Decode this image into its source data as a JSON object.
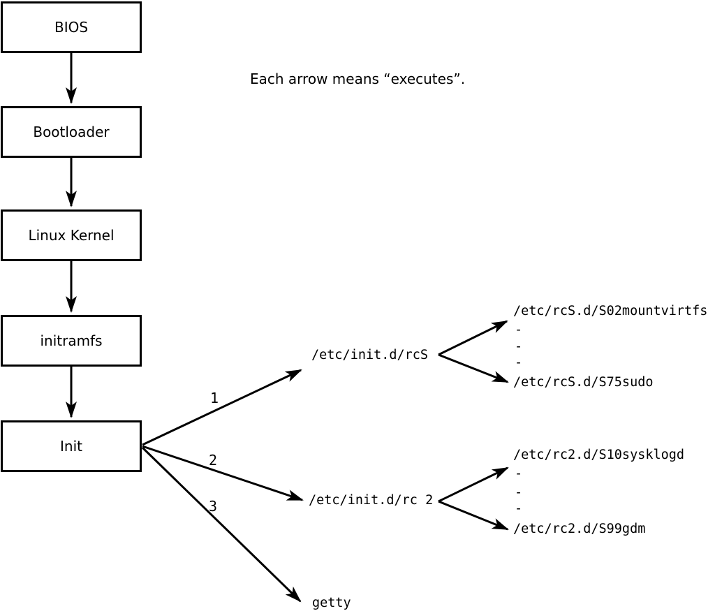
{
  "note": "Each arrow means “executes”.",
  "flow_boxes": [
    {
      "label": "BIOS"
    },
    {
      "label": "Bootloader"
    },
    {
      "label": "Linux Kernel"
    },
    {
      "label": "initramfs"
    },
    {
      "label": "Init"
    }
  ],
  "init_branches": [
    {
      "number": "1",
      "target": "/etc/init.d/rcS"
    },
    {
      "number": "2",
      "target": "/etc/init.d/rc 2"
    },
    {
      "number": "3",
      "target": "getty"
    }
  ],
  "rcS_scripts": {
    "first": "/etc/rcS.d/S02mountvirtfs",
    "ellipsis": [
      "-",
      "-",
      "-"
    ],
    "last": "/etc/rcS.d/S75sudo"
  },
  "rc2_scripts": {
    "first": "/etc/rc2.d/S10sysklogd",
    "ellipsis": [
      "-",
      "-",
      "-"
    ],
    "last": "/etc/rc2.d/S99gdm"
  },
  "colors": {
    "ink": "#000000",
    "background": "#ffffff"
  }
}
